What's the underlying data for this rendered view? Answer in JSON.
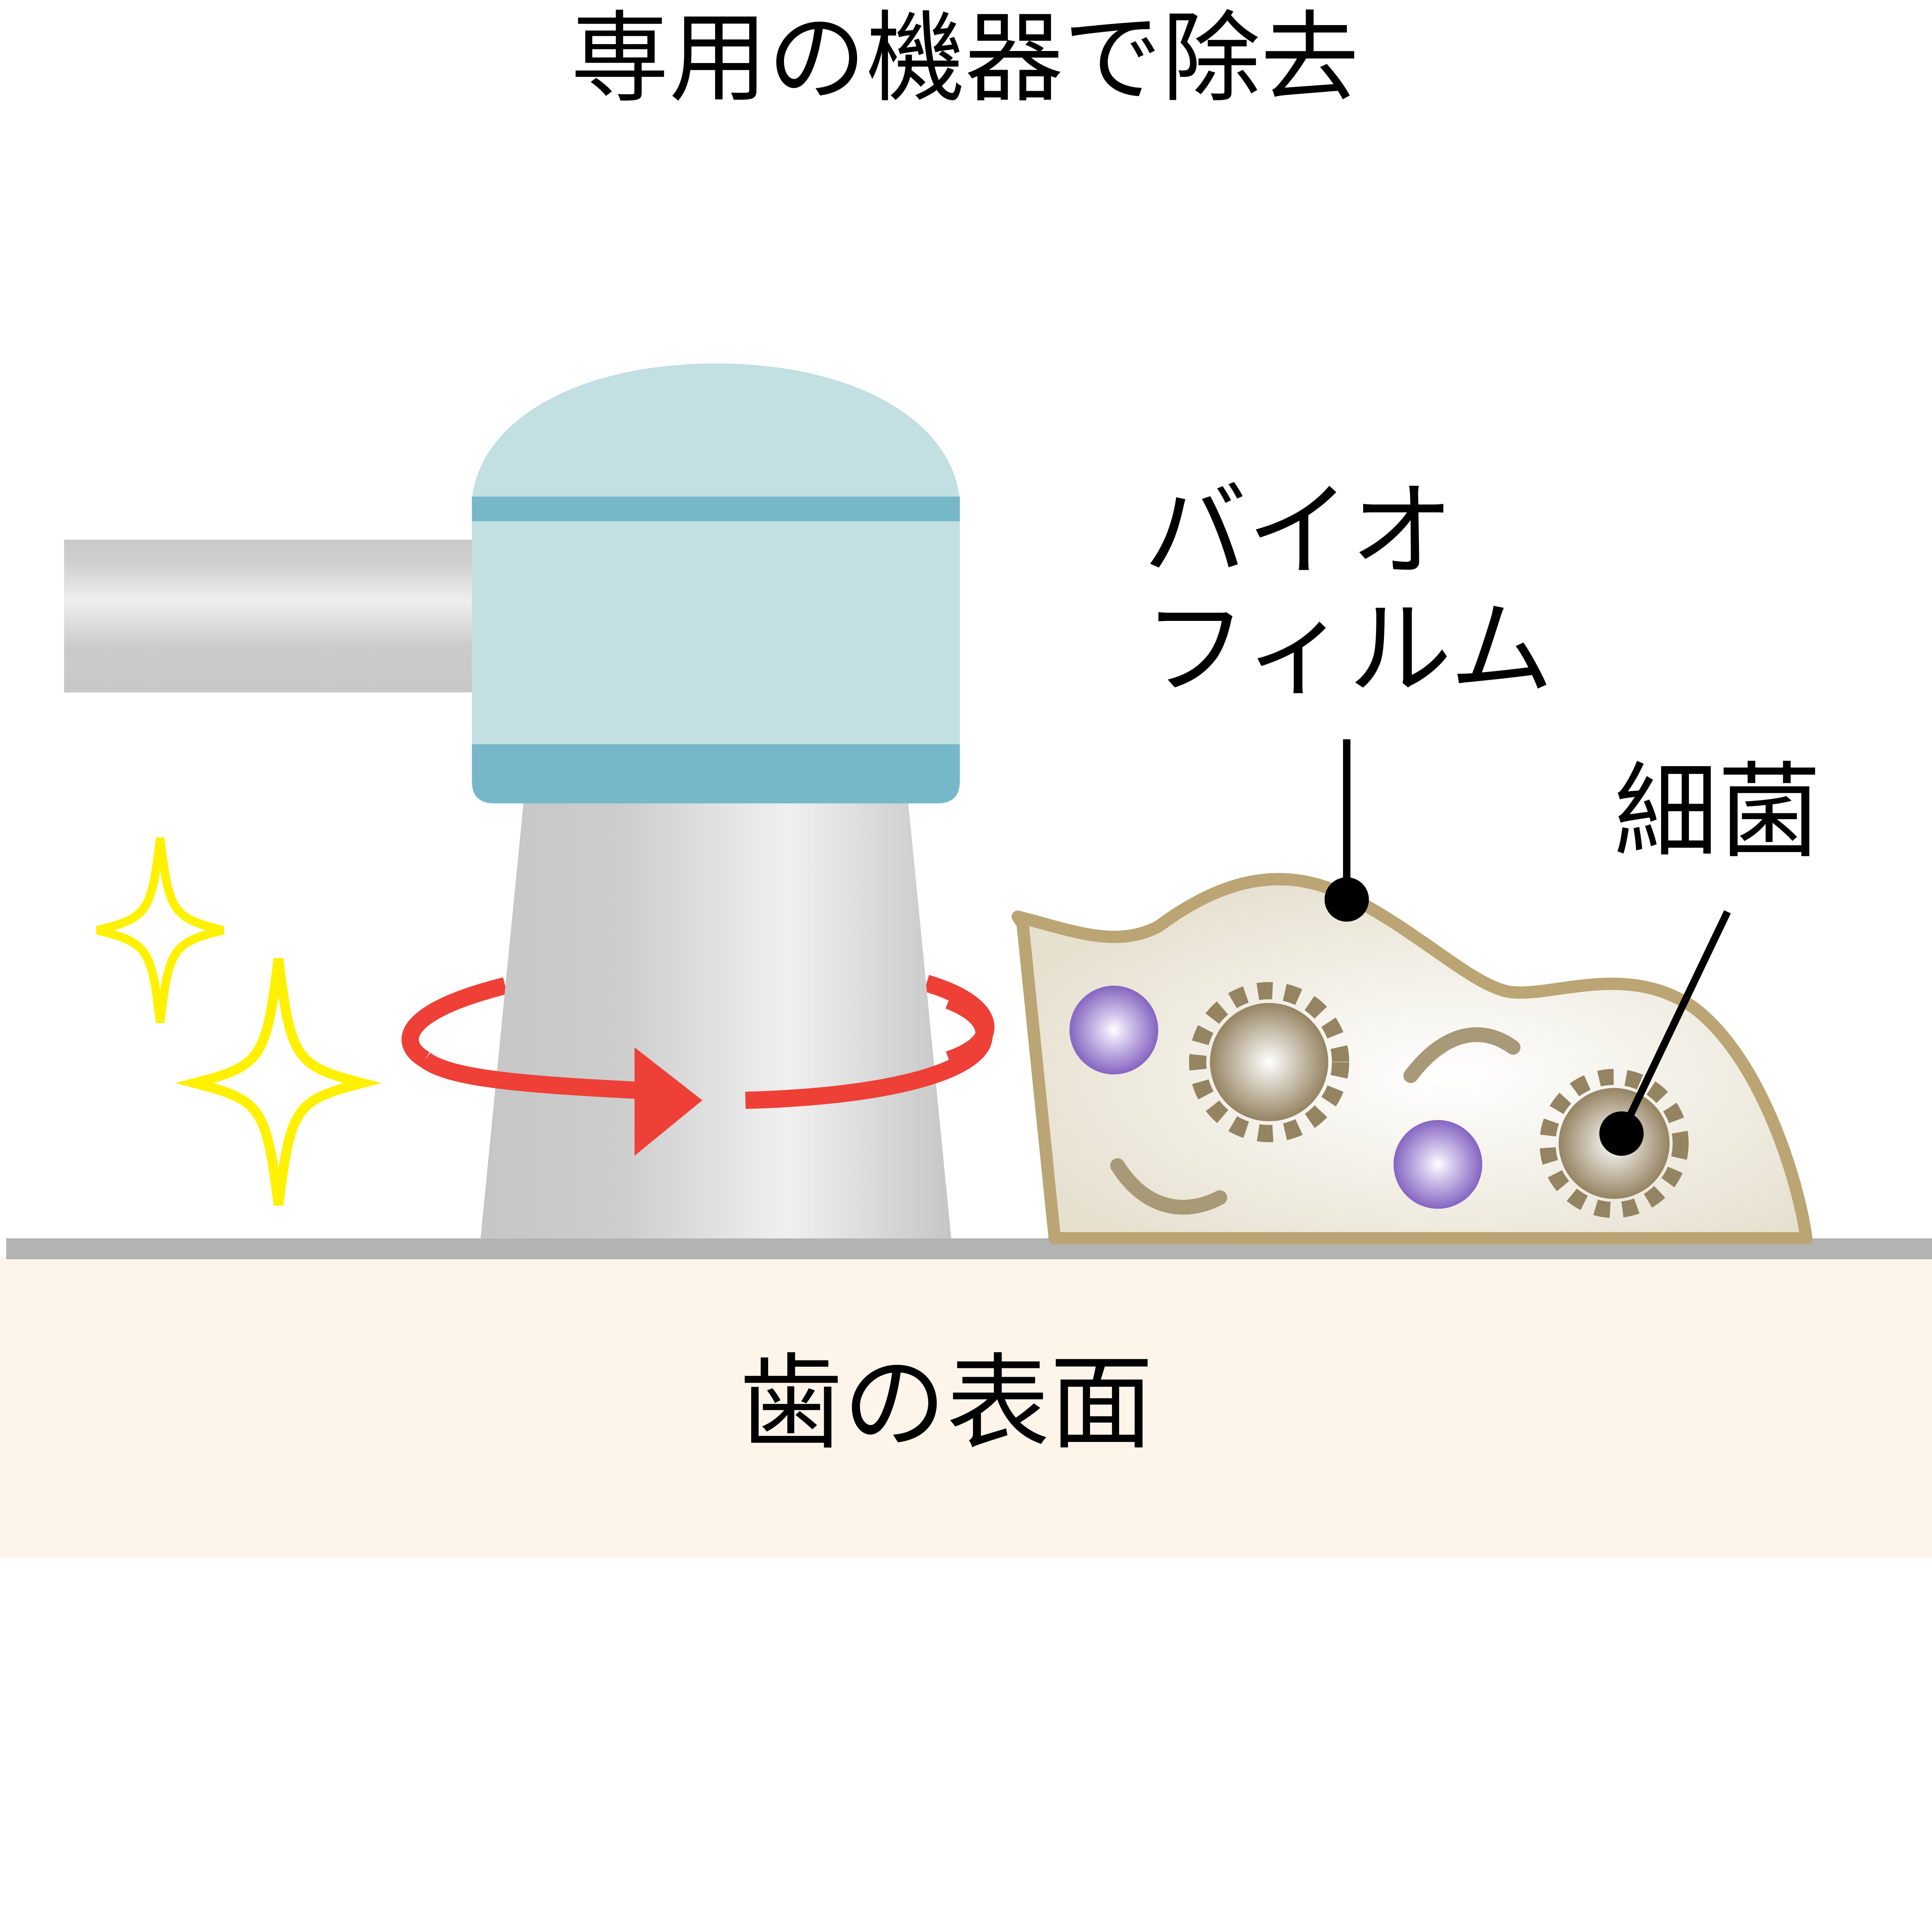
{
  "title": "専用の機器で除去",
  "labels": {
    "biofilm_line1": "バイオ",
    "biofilm_line2": "フィルム",
    "bacteria": "細菌",
    "tooth_surface": "歯の表面"
  },
  "colors": {
    "handpiece_head": "#c2dfe2",
    "handpiece_band": "#76b8c9",
    "metal": "#c8c8c8",
    "rotation_arrow": "#ee4036",
    "sparkle": "#fff100",
    "biofilm_outline": "#bba574",
    "tooth_surface": "#fdf4ea",
    "ground_line": "#b3b3b3",
    "sphere": "#8a6bc4"
  },
  "icons": [
    "sparkle-icon",
    "rotation-arrow-icon"
  ]
}
